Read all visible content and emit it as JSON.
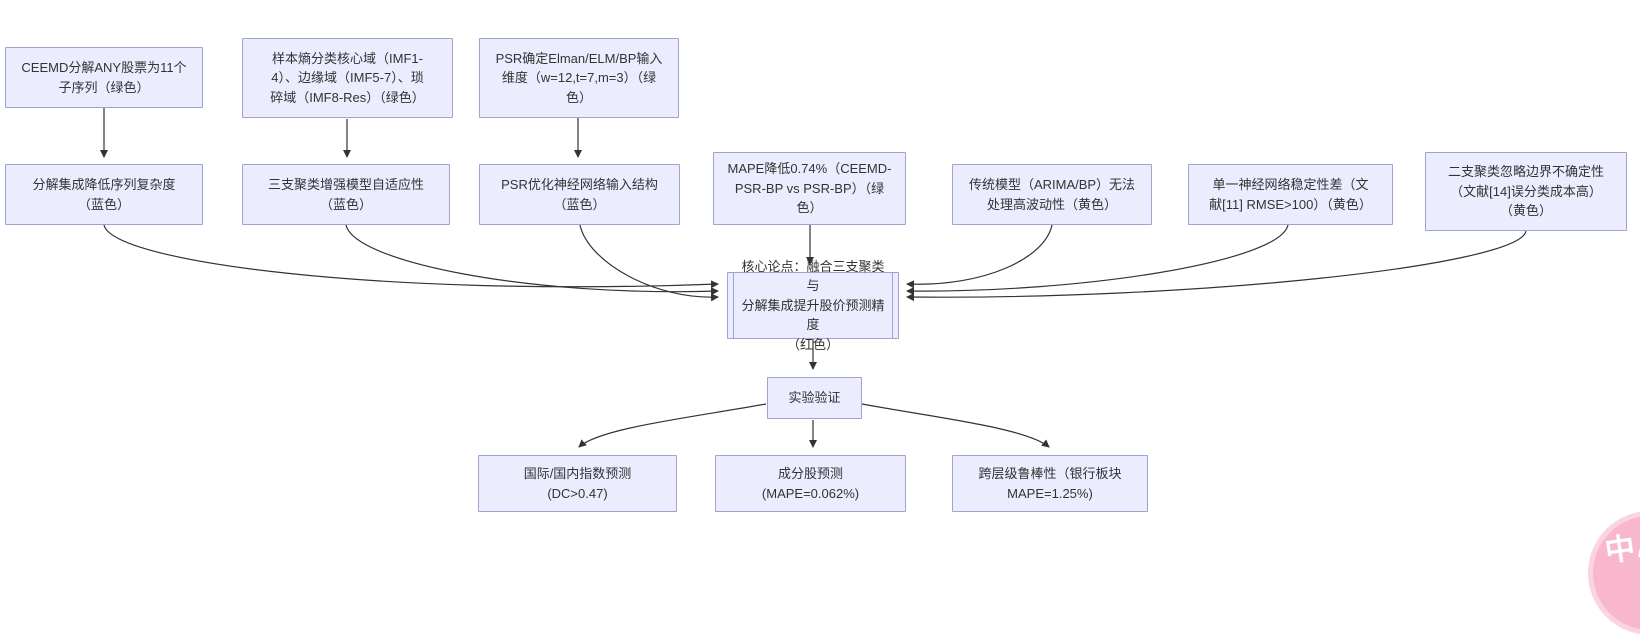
{
  "diagram": {
    "type": "flowchart",
    "direction": "top-down",
    "colors": {
      "node_fill": "#ECECFF",
      "node_border": "#a2a2d0",
      "edge": "#333333",
      "text": "#333333",
      "watermark_pink": "#f8b7cd"
    },
    "nodes": {
      "ceemd": {
        "label": "CEEMD分解ANY股票为11个\n子序列（绿色）"
      },
      "entropy": {
        "label": "样本熵分类核心域（IMF1-\n4）、边缘域（IMF5-7）、琐\n碎域（IMF8-Res）（绿色）"
      },
      "psr_input": {
        "label": "PSR确定Elman/ELM/BP输入\n维度（w=12,t=7,m=3）（绿\n色）"
      },
      "decomp": {
        "label": "分解集成降低序列复杂度\n（蓝色）"
      },
      "three_way": {
        "label": "三支聚类增强模型自适应性\n（蓝色）"
      },
      "psr_opt": {
        "label": "PSR优化神经网络输入结构\n（蓝色）"
      },
      "mape_drop": {
        "label": "MAPE降低0.74%（CEEMD-\nPSR-BP vs PSR-BP）（绿\n色）"
      },
      "traditional": {
        "label": "传统模型（ARIMA/BP）无法\n处理高波动性（黄色）"
      },
      "single_nn": {
        "label": "单一神经网络稳定性差（文\n献[11] RMSE>100）（黄色）"
      },
      "two_way": {
        "label": "二支聚类忽略边界不确定性\n（文献[14]误分类成本高）\n（黄色）"
      },
      "core": {
        "label": "核心论点：融合三支聚类与\n分解集成提升股价预测精度\n（红色）"
      },
      "experiment": {
        "label": "实验验证"
      },
      "index_pred": {
        "label": "国际/国内指数预测\n(DC>0.47)"
      },
      "stock_pred": {
        "label": "成分股预测\n(MAPE=0.062%)"
      },
      "robustness": {
        "label": "跨层级鲁棒性（银行板块\nMAPE=1.25%)"
      }
    },
    "edges": [
      {
        "from": "ceemd",
        "to": "decomp"
      },
      {
        "from": "entropy",
        "to": "three_way"
      },
      {
        "from": "psr_input",
        "to": "psr_opt"
      },
      {
        "from": "decomp",
        "to": "core"
      },
      {
        "from": "three_way",
        "to": "core"
      },
      {
        "from": "psr_opt",
        "to": "core"
      },
      {
        "from": "mape_drop",
        "to": "core"
      },
      {
        "from": "traditional",
        "to": "core"
      },
      {
        "from": "single_nn",
        "to": "core"
      },
      {
        "from": "two_way",
        "to": "core"
      },
      {
        "from": "core",
        "to": "experiment"
      },
      {
        "from": "experiment",
        "to": "index_pred"
      },
      {
        "from": "experiment",
        "to": "stock_pred"
      },
      {
        "from": "experiment",
        "to": "robustness"
      }
    ],
    "watermark": {
      "text": "中A"
    }
  }
}
